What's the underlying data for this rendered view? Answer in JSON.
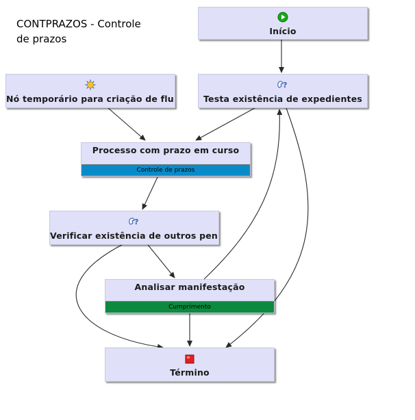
{
  "title": {
    "line1": "CONTPRAZOS - Controle",
    "line2": "de prazos"
  },
  "nodes": {
    "inicio": {
      "label": "Início",
      "icon": "start-play-icon"
    },
    "no_temporario": {
      "label": "Nó temporário para criação de flu...",
      "icon": "gear-sun-icon"
    },
    "testa_existencia": {
      "label": "Testa existência de expedientes",
      "icon": "decision-question-icon"
    },
    "processo_prazo": {
      "label": "Processo com prazo em curso",
      "band": "Controle de prazos",
      "band_color": "#0a8bc9"
    },
    "verificar_existencia": {
      "label": "Verificar existência de outros pen...",
      "icon": "decision-question-icon"
    },
    "analisar_manifestacao": {
      "label": "Analisar manifestação",
      "band": "Cumprimento",
      "band_color": "#0c8a3f"
    },
    "termino": {
      "label": "Término",
      "icon": "stop-square-icon"
    }
  },
  "colors": {
    "node_fill": "#e0e0f8",
    "start_icon": "#1aa81a",
    "stop_icon": "#e02020",
    "edge": "#2a2a2a"
  }
}
